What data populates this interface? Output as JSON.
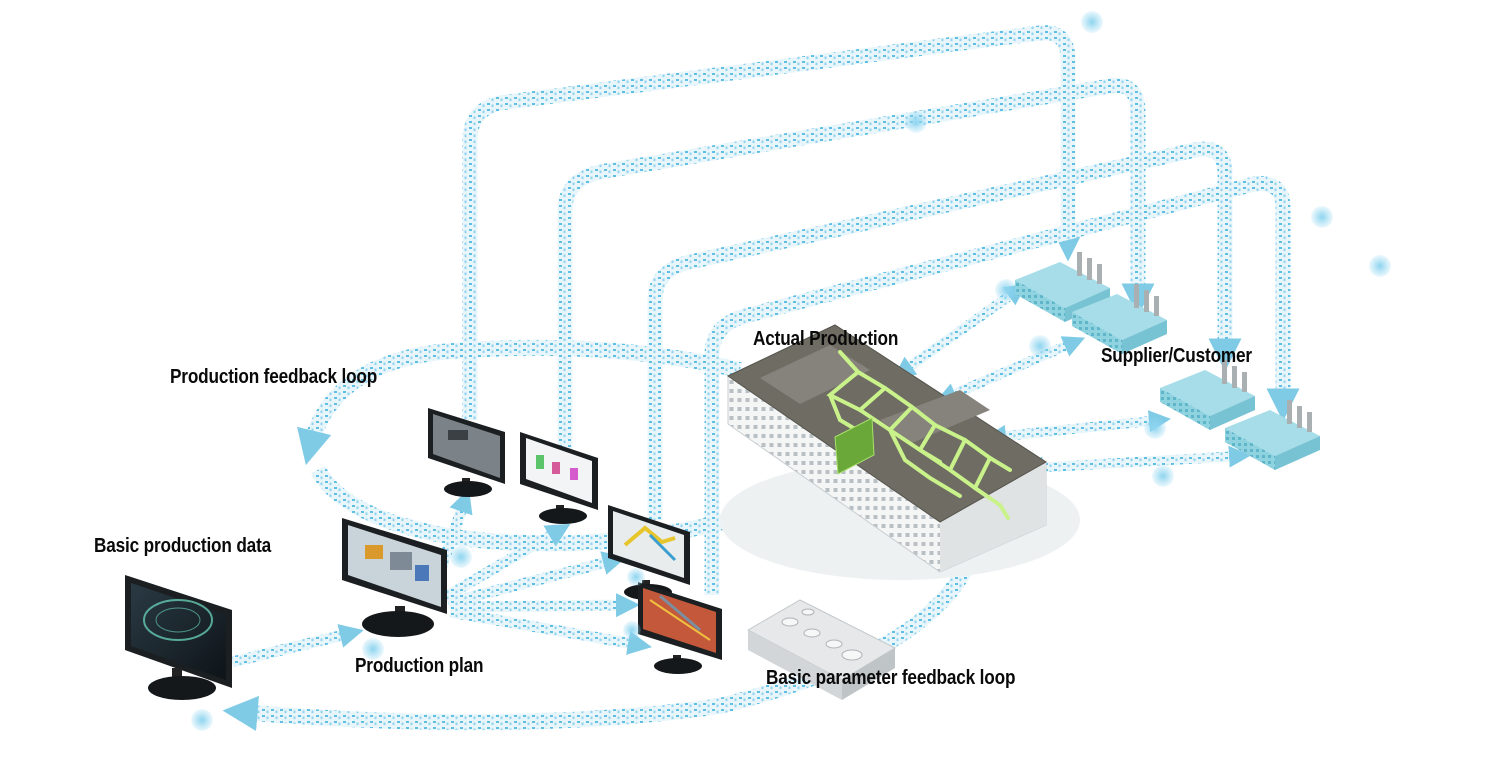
{
  "labels": {
    "actual_production": "Actual Production",
    "supplier_customer": "Supplier/Customer",
    "production_feedback_loop": "Production feedback loop",
    "basic_production_data": "Basic production data",
    "production_plan": "Production plan",
    "basic_parameter_feedback_loop": "Basic parameter feedback loop"
  },
  "colors": {
    "data_stream": "#7fcbe6",
    "data_stream_dark": "#3fa9d3",
    "dot": "#9fd9f1",
    "factory_roof": "#6e6c63",
    "circuit": "#c9f28a",
    "supplier_building": "#8fd2e0"
  },
  "icons": [
    "monitor-icon",
    "factory-icon",
    "supplier-factory-icon",
    "control-panel-icon",
    "data-dot-icon"
  ]
}
